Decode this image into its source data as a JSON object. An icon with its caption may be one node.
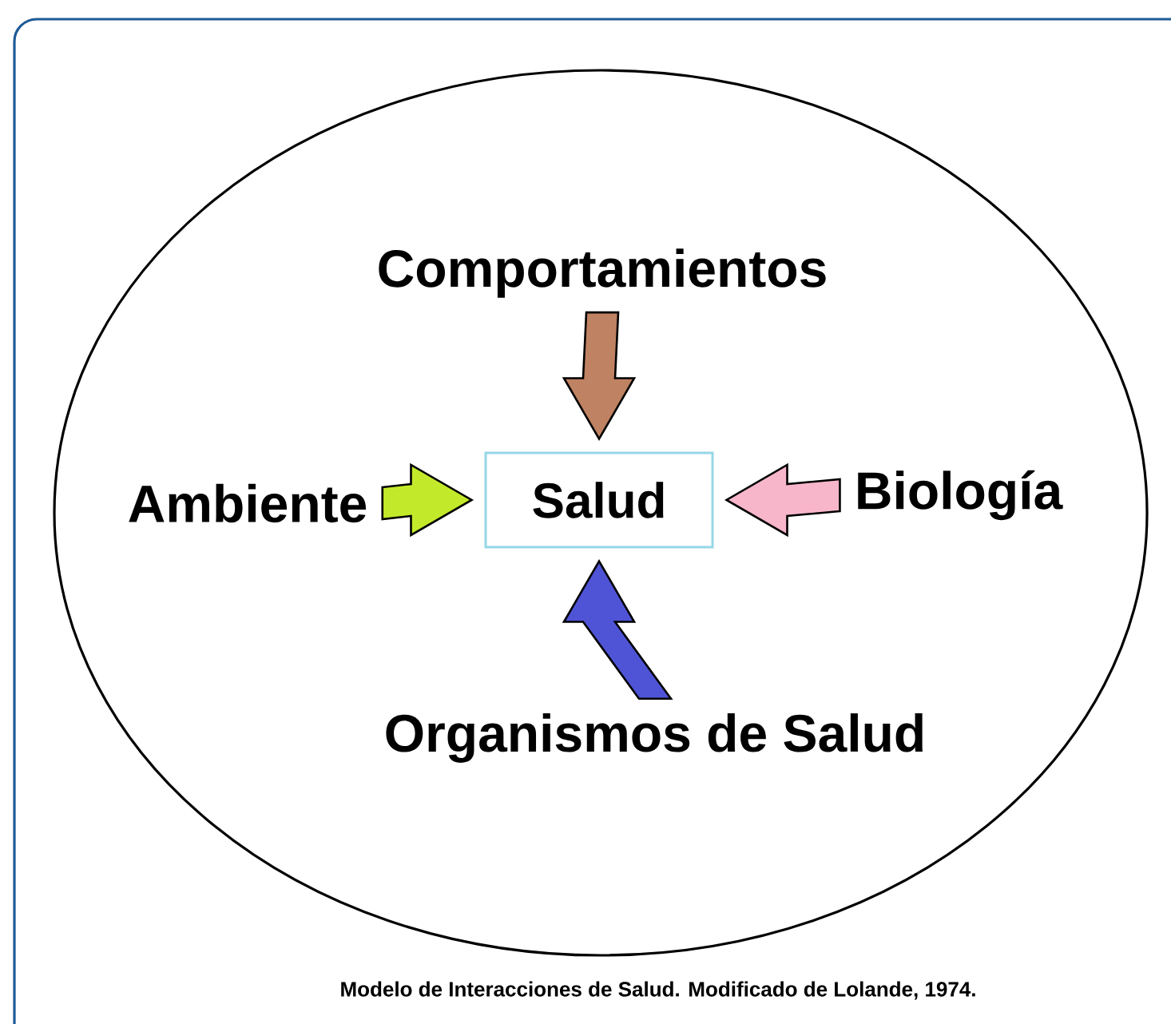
{
  "diagram": {
    "caption": "Modelo de Interacciones de Salud. Modificado de Lolande, 1974.",
    "nodes": [
      {
        "text": [
          "Comportamientos"
        ]
      },
      {
        "text": [
          "Ambiente"
        ]
      },
      {
        "text": [
          "Salud"
        ]
      },
      {
        "text": [
          "Biología"
        ]
      },
      {
        "text": [
          "Organismos de Salud"
        ]
      }
    ],
    "edges": [
      {
        "from": 0,
        "to": 2,
        "arrow": "to",
        "color": "#bf8262"
      },
      {
        "from": 1,
        "to": 2,
        "arrow": "to",
        "color": "#c3ea2a"
      },
      {
        "from": 3,
        "to": 2,
        "arrow": "to",
        "color": "#f8b6cb"
      },
      {
        "from": 4,
        "to": 2,
        "arrow": "to",
        "color": "#4f54d6"
      }
    ]
  }
}
